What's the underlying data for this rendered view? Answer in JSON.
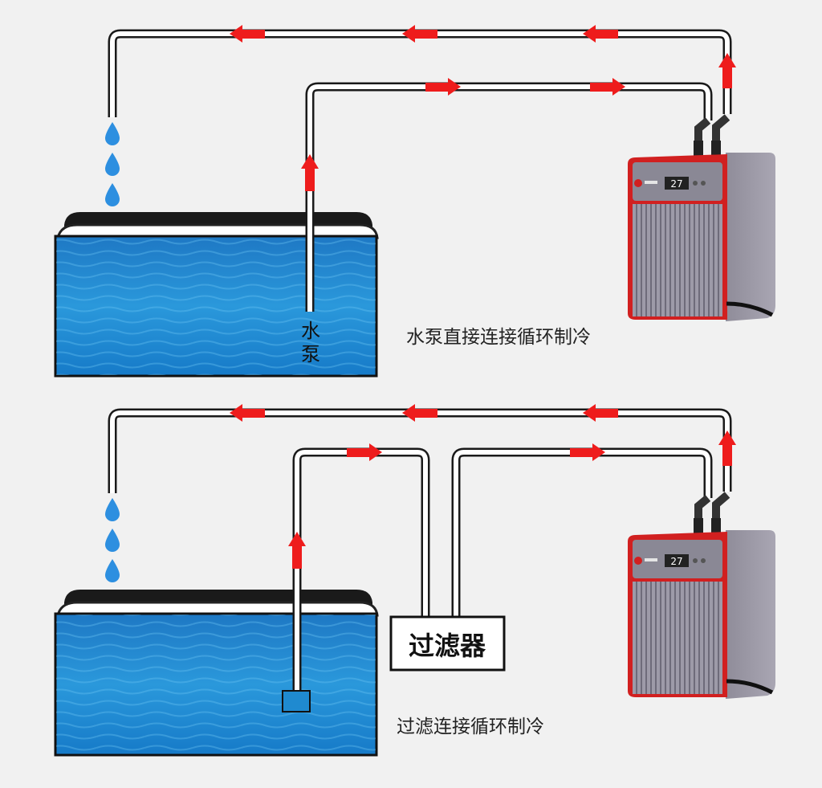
{
  "diagram_top": {
    "pump_label_1": "水",
    "pump_label_2": "泵",
    "caption": "水泵直接连接循环制冷",
    "chiller_display": "27"
  },
  "diagram_bottom": {
    "filter_label": "过滤器",
    "caption": "过滤连接循环制冷",
    "chiller_display": "27"
  },
  "colors": {
    "background": "#f1f1f1",
    "water": "#1f8fd4",
    "arrow": "#ee1c1c",
    "chiller_body": "#8a8895",
    "chiller_trim": "#e02424",
    "droplet": "#2d8fe0"
  }
}
